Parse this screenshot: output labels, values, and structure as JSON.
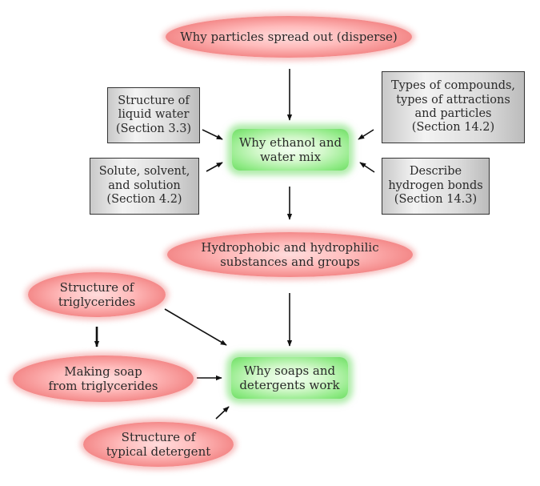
{
  "nodes": {
    "disperse": "Why particles spread out (disperse)",
    "liquid_water": "Structure of\nliquid water\n(Section 3.3)",
    "compounds": "Types of compounds,\ntypes of attractions\nand particles\n(Section 14.2)",
    "ethanol_water": "Why ethanol and\nwater mix",
    "solute_solvent": "Solute, solvent,\nand solution\n(Section 4.2)",
    "hydrogen_bonds": "Describe\nhydrogen bonds\n(Section 14.3)",
    "hydrophobic": "Hydrophobic and hydrophilic\nsubstances and groups",
    "triglycerides": "Structure of\ntriglycerides",
    "making_soap": "Making soap\nfrom triglycerides",
    "soaps_detergents": "Why soaps and\ndetergents work",
    "typical_detergent": "Structure of\ntypical detergent"
  },
  "colors": {
    "topic_oval": "#f48a8a",
    "focus_box": "#8eea84",
    "reference_box": "#dcdcdc",
    "arrow": "#111111"
  }
}
